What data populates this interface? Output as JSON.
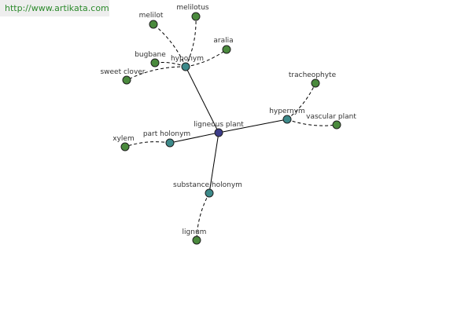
{
  "site": {
    "url": "http://www.artikata.com"
  },
  "colors": {
    "banner_background": "#eeeeee",
    "banner_text": "#2c8a2c",
    "edge": "#000000",
    "root_node": "#3d3d8a",
    "relation_node": "#3d8a8a",
    "term_node": "#4a8a3d",
    "label_text": "#333333"
  },
  "graph": {
    "root": {
      "id": "root",
      "label": "ligneous plant",
      "kind": "root"
    },
    "relations": [
      {
        "id": "hyponym",
        "label": "hyponym",
        "kind": "relation"
      },
      {
        "id": "hypernym",
        "label": "hypernym",
        "kind": "relation"
      },
      {
        "id": "part_holonym",
        "label": "part holonym",
        "kind": "relation"
      },
      {
        "id": "substance_holonym",
        "label": "substance holonym",
        "kind": "relation"
      }
    ],
    "terms": [
      {
        "id": "melilot",
        "label": "melilot",
        "relation": "hyponym"
      },
      {
        "id": "melilotus",
        "label": "melilotus",
        "relation": "hyponym"
      },
      {
        "id": "aralia",
        "label": "aralia",
        "relation": "hyponym"
      },
      {
        "id": "bugbane",
        "label": "bugbane",
        "relation": "hyponym"
      },
      {
        "id": "sweet_clover",
        "label": "sweet clover",
        "relation": "hyponym"
      },
      {
        "id": "tracheophyte",
        "label": "tracheophyte",
        "relation": "hypernym"
      },
      {
        "id": "vascular_plant",
        "label": "vascular plant",
        "relation": "hypernym"
      },
      {
        "id": "xylem",
        "label": "xylem",
        "relation": "part_holonym"
      },
      {
        "id": "lignum",
        "label": "lignum",
        "relation": "substance_holonym"
      }
    ]
  }
}
